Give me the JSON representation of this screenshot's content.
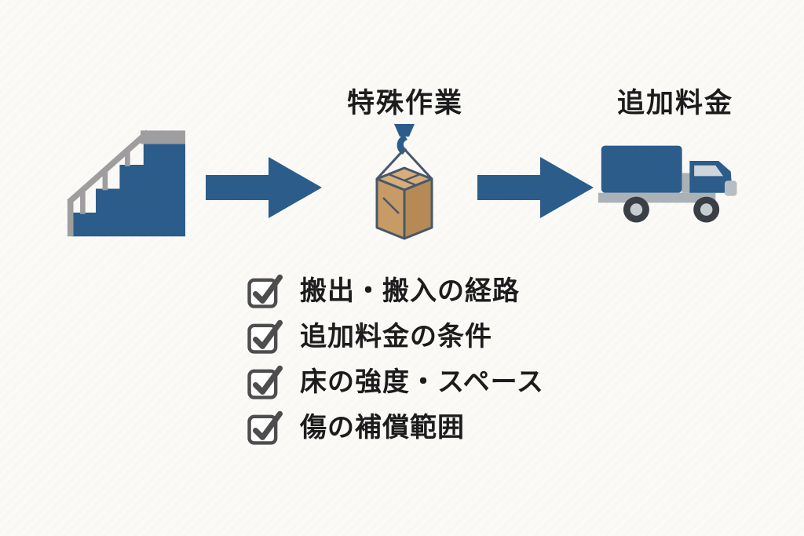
{
  "flow": {
    "labels": {
      "special_work": "特殊作業",
      "additional_fee": "追加料金"
    }
  },
  "checklist": {
    "items": [
      {
        "label": "搬出・搬入の経路"
      },
      {
        "label": "追加料金の条件"
      },
      {
        "label": "床の強度・スペース"
      },
      {
        "label": "傷の補償範囲"
      }
    ]
  },
  "icons": {
    "step1": "stairs-icon",
    "step2": "crane-box-icon",
    "step3": "truck-icon",
    "connector": "arrow-right-icon",
    "check": "checkbox-checked-icon"
  },
  "colors": {
    "primary_blue": "#2b5c8a",
    "rail_gray": "#9e9e9e",
    "box_tan": "#c89b66",
    "box_tan_dark": "#b68a55",
    "box_top_tan": "#d6ad7b",
    "outline_slate": "#47586a",
    "check_gray": "#4d4d4d",
    "text": "#1c1c1c",
    "background": "#fbfaf7"
  }
}
